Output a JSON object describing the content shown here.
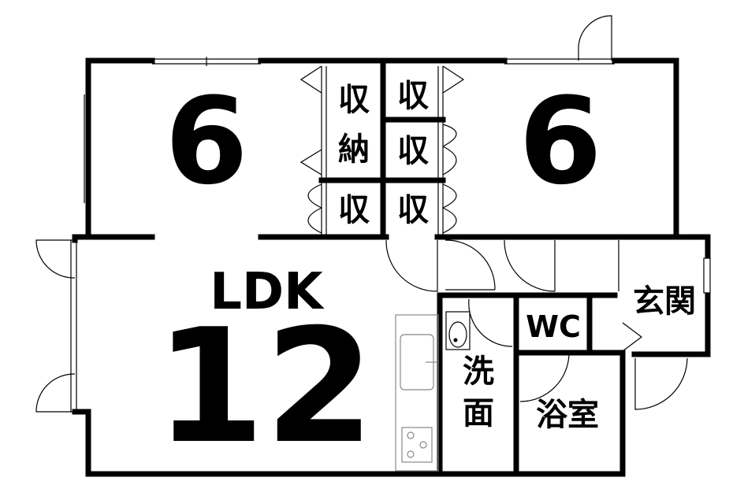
{
  "plan": {
    "rooms": {
      "west_bedroom": "6",
      "east_bedroom": "6",
      "ldk_label": "LDK",
      "ldk_size": "12",
      "entrance": "玄関",
      "toilet": "WC",
      "washroom_1": "洗",
      "washroom_2": "面",
      "bathroom": "浴室"
    },
    "storage": {
      "left_top_1": "収",
      "left_top_2": "納",
      "right_top": "収",
      "right_mid": "収",
      "left_bottom": "収",
      "right_bottom": "収"
    },
    "colors": {
      "wall": "#000000",
      "background": "#ffffff",
      "fixture": "#888888"
    }
  }
}
